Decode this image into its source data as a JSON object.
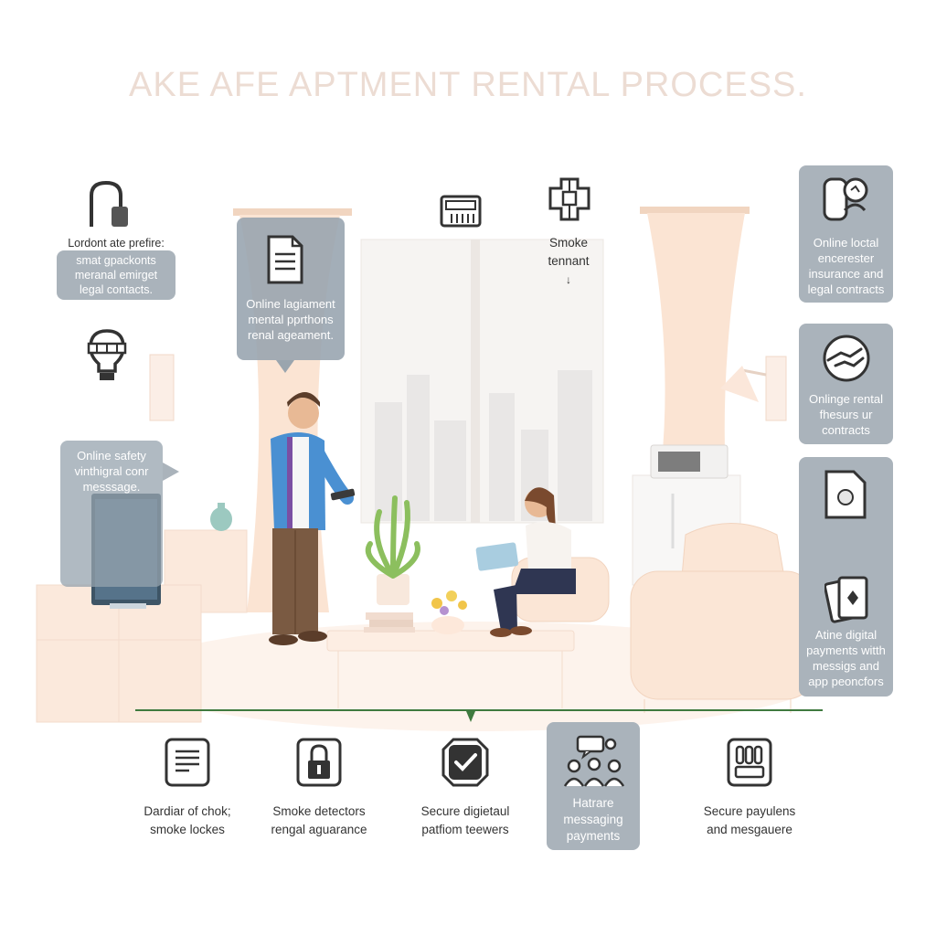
{
  "title": "AKE AFE APTMENT RENTAL PROCESS.",
  "left_panel": {
    "top_caption": [
      "Lordont ate prefire:",
      "smat gpackonts",
      "meranal emirget",
      "legal contacts."
    ],
    "card_bottom": [
      "Online safety",
      "vinthigral conr",
      "messsage."
    ]
  },
  "callout_agreement": [
    "Online lagiament",
    "mental pprthons",
    "renal ageament."
  ],
  "smoke_label": [
    "Smoke",
    "tennant",
    "↓"
  ],
  "right_cards": [
    [
      "Online loctal",
      "encerester",
      "insurance and",
      "legal contracts"
    ],
    [
      "Onlinge rental",
      "fhesurs ur",
      "contracts"
    ],
    [
      "Atine digital",
      "payments witth",
      "messigs and",
      "app peoncfors"
    ]
  ],
  "bottom_items": [
    {
      "lines": [
        "Dardiar of chok;",
        "smoke lockes"
      ],
      "icon": "document-icon"
    },
    {
      "lines": [
        "Smoke detectors",
        "rengal aguarance"
      ],
      "icon": "lock-icon"
    },
    {
      "lines": [
        "Secure digietaul",
        "patfiom teewers"
      ],
      "icon": "checkmark-icon"
    },
    {
      "lines": [
        "Hatrare",
        "messaging",
        "payments"
      ],
      "icon": "people-chat-icon"
    },
    {
      "lines": [
        "Secure payulens",
        "and mesgauere"
      ],
      "icon": "keypad-icon"
    }
  ],
  "colors": {
    "card_bg": "#aab3bb",
    "timeline": "#3f7a3f",
    "title": "#ecdcd3",
    "room_tint": "#fbe9dc"
  }
}
